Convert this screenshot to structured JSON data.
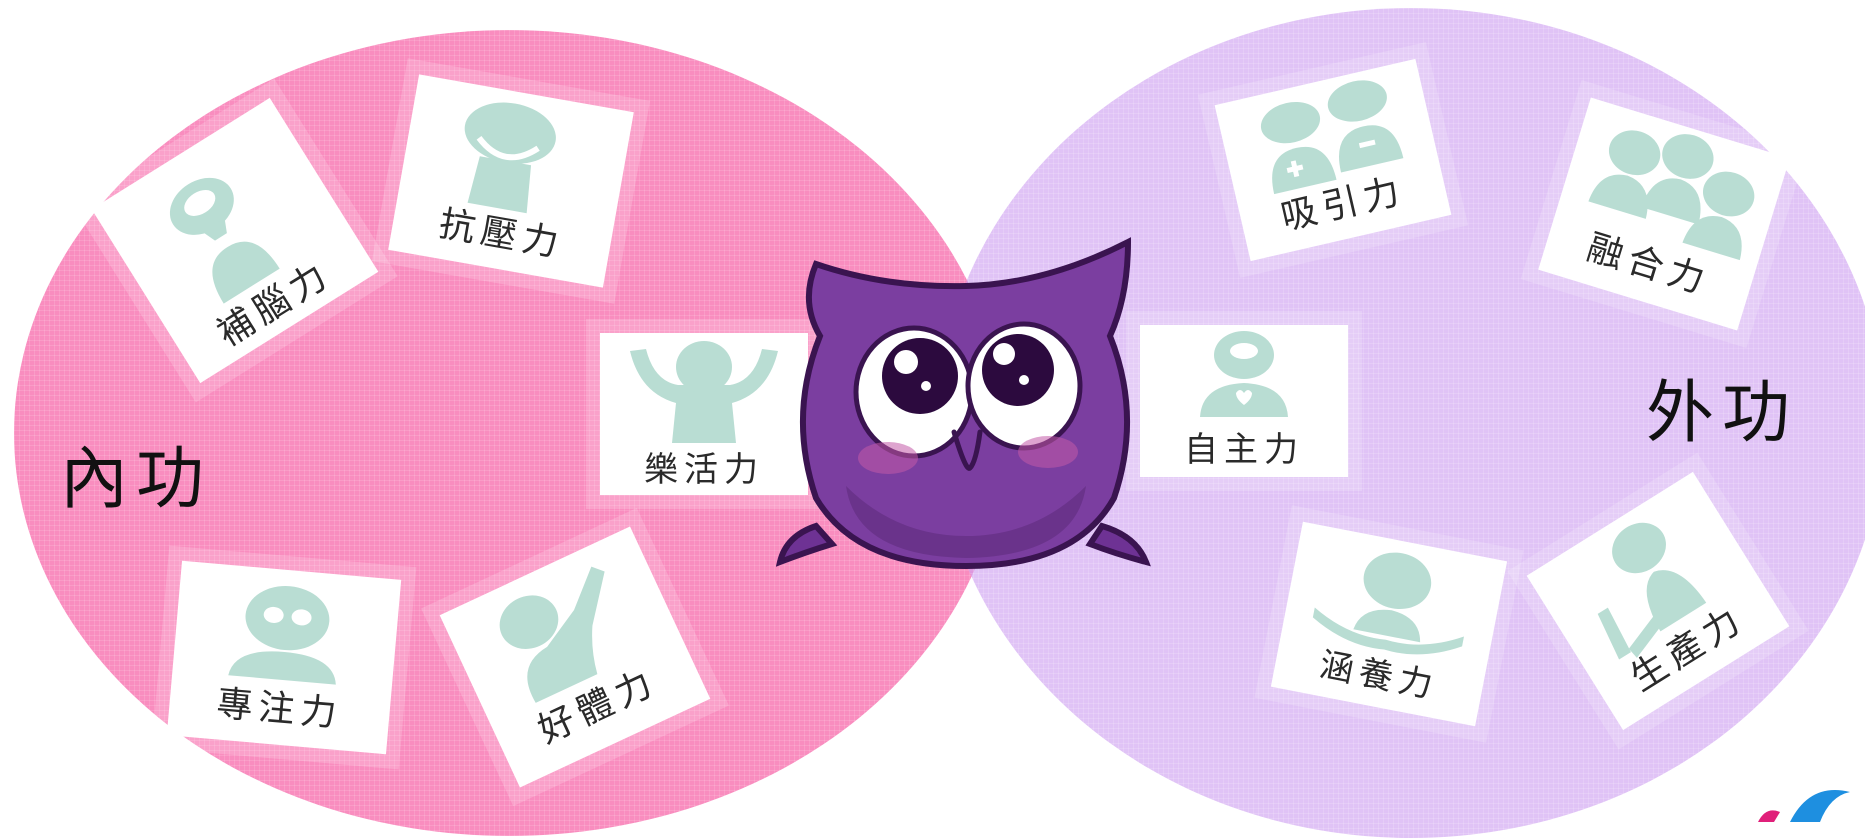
{
  "inner": {
    "label": "內功",
    "color": "#f98dbf",
    "cards": [
      {
        "label": "補腦力",
        "icon": "person-speech-icon"
      },
      {
        "label": "抗壓力",
        "icon": "person-pressed-icon"
      },
      {
        "label": "樂活力",
        "icon": "person-cheering-icon"
      },
      {
        "label": "專注力",
        "icon": "person-goggles-icon"
      },
      {
        "label": "好體力",
        "icon": "person-exercise-icon"
      }
    ]
  },
  "outer": {
    "label": "外功",
    "color": "#cd9ef0",
    "cards": [
      {
        "label": "吸引力",
        "icon": "two-people-icon"
      },
      {
        "label": "融合力",
        "icon": "group-people-icon"
      },
      {
        "label": "自主力",
        "icon": "person-heart-icon"
      },
      {
        "label": "涵養力",
        "icon": "person-reading-icon"
      },
      {
        "label": "生產力",
        "icon": "person-tool-icon"
      }
    ]
  },
  "mascot": {
    "name": "owl-mascot-icon",
    "color": "#7b3ea0"
  }
}
